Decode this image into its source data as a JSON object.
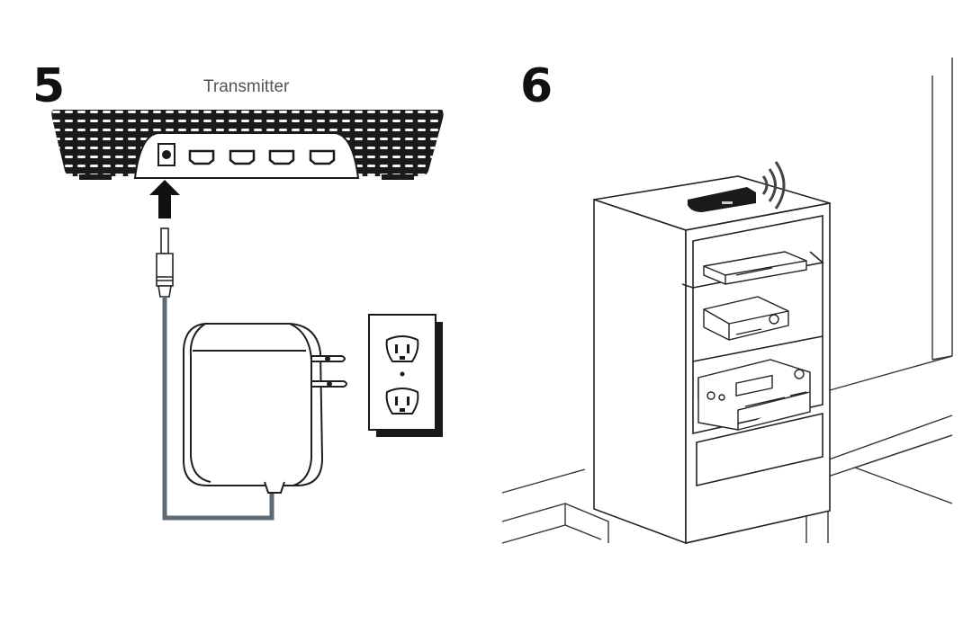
{
  "steps": [
    {
      "number": "5",
      "device_label": "Transmitter"
    },
    {
      "number": "6"
    }
  ],
  "colors": {
    "line": "#222222",
    "cable": "#606a72",
    "device_body": "#1a1a1a",
    "panel": "#ffffff"
  },
  "icons": [
    "transmitter-device",
    "arrow-up-icon",
    "dc-plug",
    "power-adapter",
    "wall-outlet",
    "wireless-signal-icon",
    "tv-stand-cabinet"
  ]
}
